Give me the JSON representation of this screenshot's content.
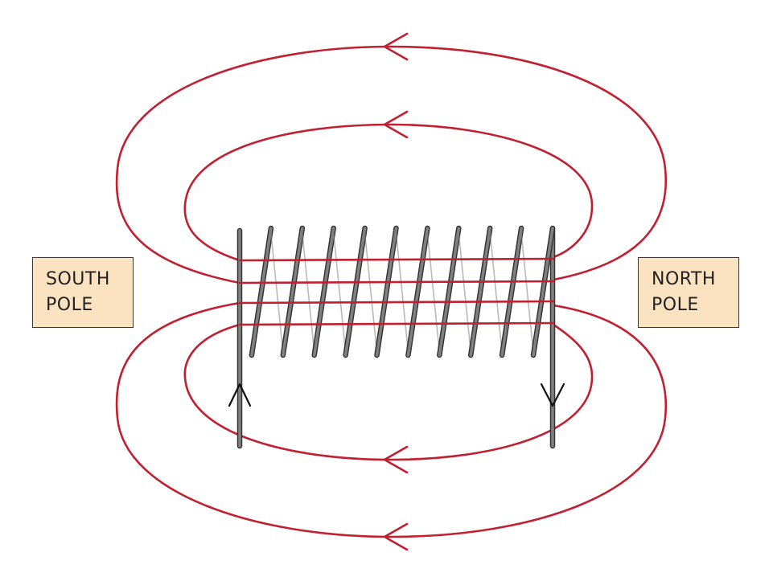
{
  "labels": {
    "south": [
      "SOUTH",
      "POLE"
    ],
    "north": [
      "NORTH",
      "POLE"
    ]
  },
  "colors": {
    "field_line": "#c0202f",
    "wire": "#808080",
    "wire_outline": "#333333",
    "arrow": "#111111",
    "label_fill": "#fbe3c1"
  },
  "solenoid": {
    "turns": 10,
    "current_direction_left_lead": "up",
    "current_direction_right_lead": "down"
  },
  "field_lines": {
    "count": 4,
    "arrow_direction": "right-to-left (north to south outside the coil)"
  }
}
